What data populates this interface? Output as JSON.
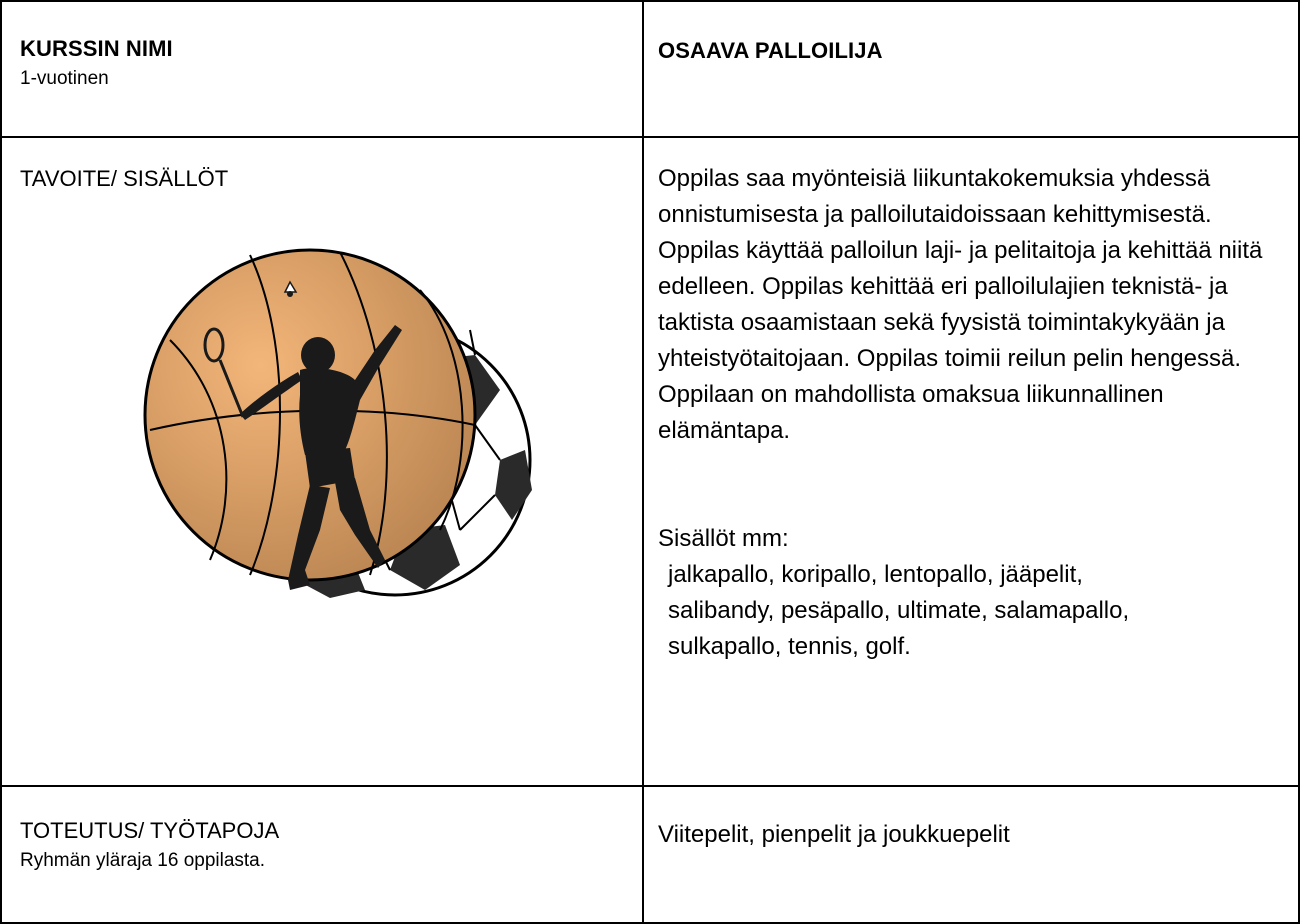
{
  "course": {
    "name_label": "KURSSIN NIMI",
    "duration": "1-vuotinen",
    "title": "OSAAVA PALLOILIJA"
  },
  "goals": {
    "label": "TAVOITE/ SISÄLLÖT",
    "description": "Oppilas saa myönteisiä liikuntakokemuksia yhdessä onnistumisesta ja palloilutaidoissaan kehittymisestä. Oppilas käyttää palloilun laji- ja pelitaitoja ja kehittää niitä edelleen. Oppilas kehittää eri palloilulajien teknistä- ja taktista osaamistaan sekä fyysistä toimintakykyään ja yhteistyötaitojaan. Oppilas toimii reilun pelin hengessä. Oppilaan on mahdollista omaksua liikunnallinen elämäntapa.",
    "contents_label": "Sisällöt mm:",
    "contents_lines": [
      "jalkapallo, koripallo, lentopallo, jääpelit,",
      "salibandy, pesäpallo, ultimate, salamapallo,",
      "sulkapallo, tennis, golf."
    ]
  },
  "implementation": {
    "label": "TOTEUTUS/ TYÖTAPOJA",
    "group_limit": "Ryhmän yläraja 16 oppilasta.",
    "methods": "Viitepelit, pienpelit ja joukkuepelit"
  },
  "colors": {
    "basketball": "#d9a06a",
    "basketball_highlight": "#f0c08a",
    "silhouette": "#1a1a1a",
    "border": "#000000"
  }
}
